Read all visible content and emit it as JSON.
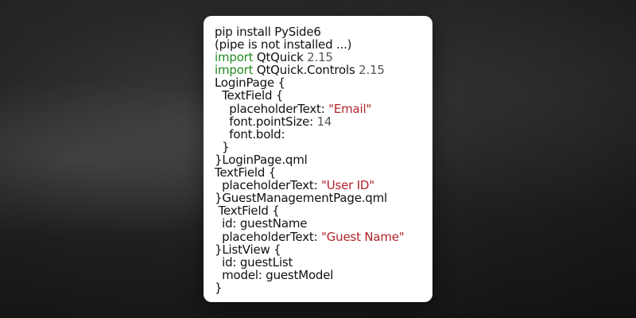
{
  "colors": {
    "card_background": "#ffffff",
    "keyword": "#1f8a1f",
    "string": "#b3232b",
    "number": "#555555",
    "text": "#111111"
  },
  "code_lines": [
    [
      {
        "t": "pip install PySide6",
        "k": "plain"
      }
    ],
    [
      {
        "t": "(pipe is not installed ...)",
        "k": "plain"
      }
    ],
    [
      {
        "t": "import",
        "k": "kw"
      },
      {
        "t": " QtQuick ",
        "k": "plain"
      },
      {
        "t": "2.15",
        "k": "num"
      }
    ],
    [
      {
        "t": "import",
        "k": "kw"
      },
      {
        "t": " QtQuick.Controls ",
        "k": "plain"
      },
      {
        "t": "2.15",
        "k": "num"
      }
    ],
    [
      {
        "t": "LoginPage {",
        "k": "plain"
      }
    ],
    [
      {
        "t": "  TextField {",
        "k": "plain"
      }
    ],
    [
      {
        "t": "    placeholderText: ",
        "k": "plain"
      },
      {
        "t": "\"Email\"",
        "k": "str"
      }
    ],
    [
      {
        "t": "    font.pointSize: ",
        "k": "plain"
      },
      {
        "t": "14",
        "k": "num"
      }
    ],
    [
      {
        "t": "    font.bold:",
        "k": "plain"
      }
    ],
    [
      {
        "t": "  }",
        "k": "plain"
      }
    ],
    [
      {
        "t": "}LoginPage.qml",
        "k": "plain"
      }
    ],
    [
      {
        "t": "TextField {",
        "k": "plain"
      }
    ],
    [
      {
        "t": "  placeholderText: ",
        "k": "plain"
      },
      {
        "t": "\"User ID\"",
        "k": "str"
      }
    ],
    [
      {
        "t": "}GuestManagementPage.qml",
        "k": "plain"
      }
    ],
    [
      {
        "t": " TextField {",
        "k": "plain"
      }
    ],
    [
      {
        "t": "  id: guestName",
        "k": "plain"
      }
    ],
    [
      {
        "t": "  placeholderText: ",
        "k": "plain"
      },
      {
        "t": "\"Guest Name\"",
        "k": "str"
      }
    ],
    [
      {
        "t": "}ListView {",
        "k": "plain"
      }
    ],
    [
      {
        "t": "  id: guestList",
        "k": "plain"
      }
    ],
    [
      {
        "t": "  model: guestModel",
        "k": "plain"
      }
    ],
    [
      {
        "t": "}",
        "k": "plain"
      }
    ]
  ]
}
